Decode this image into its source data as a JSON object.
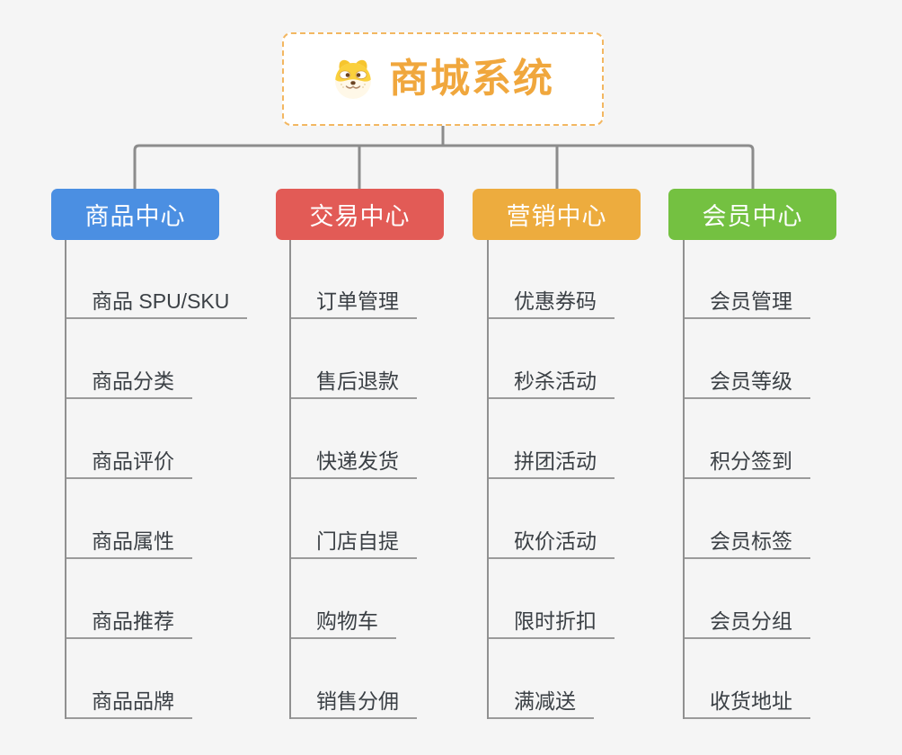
{
  "root": {
    "title": "商城系统",
    "title_color": "#F0A73D",
    "border_color": "#F3B761",
    "icon": "doge-icon"
  },
  "connector_color": "#8C8C8C",
  "background_color": "#F5F5F5",
  "branches": [
    {
      "label": "商品中心",
      "color": "#4B8FE2",
      "children": [
        "商品 SPU/SKU",
        "商品分类",
        "商品评价",
        "商品属性",
        "商品推荐",
        "商品品牌"
      ]
    },
    {
      "label": "交易中心",
      "color": "#E25B56",
      "children": [
        "订单管理",
        "售后退款",
        "快递发货",
        "门店自提",
        "购物车",
        "销售分佣"
      ]
    },
    {
      "label": "营销中心",
      "color": "#EDAC3E",
      "children": [
        "优惠券码",
        "秒杀活动",
        "拼团活动",
        "砍价活动",
        "限时折扣",
        "满减送"
      ]
    },
    {
      "label": "会员中心",
      "color": "#74C141",
      "children": [
        "会员管理",
        "会员等级",
        "积分签到",
        "会员标签",
        "会员分组",
        "收货地址"
      ]
    }
  ]
}
